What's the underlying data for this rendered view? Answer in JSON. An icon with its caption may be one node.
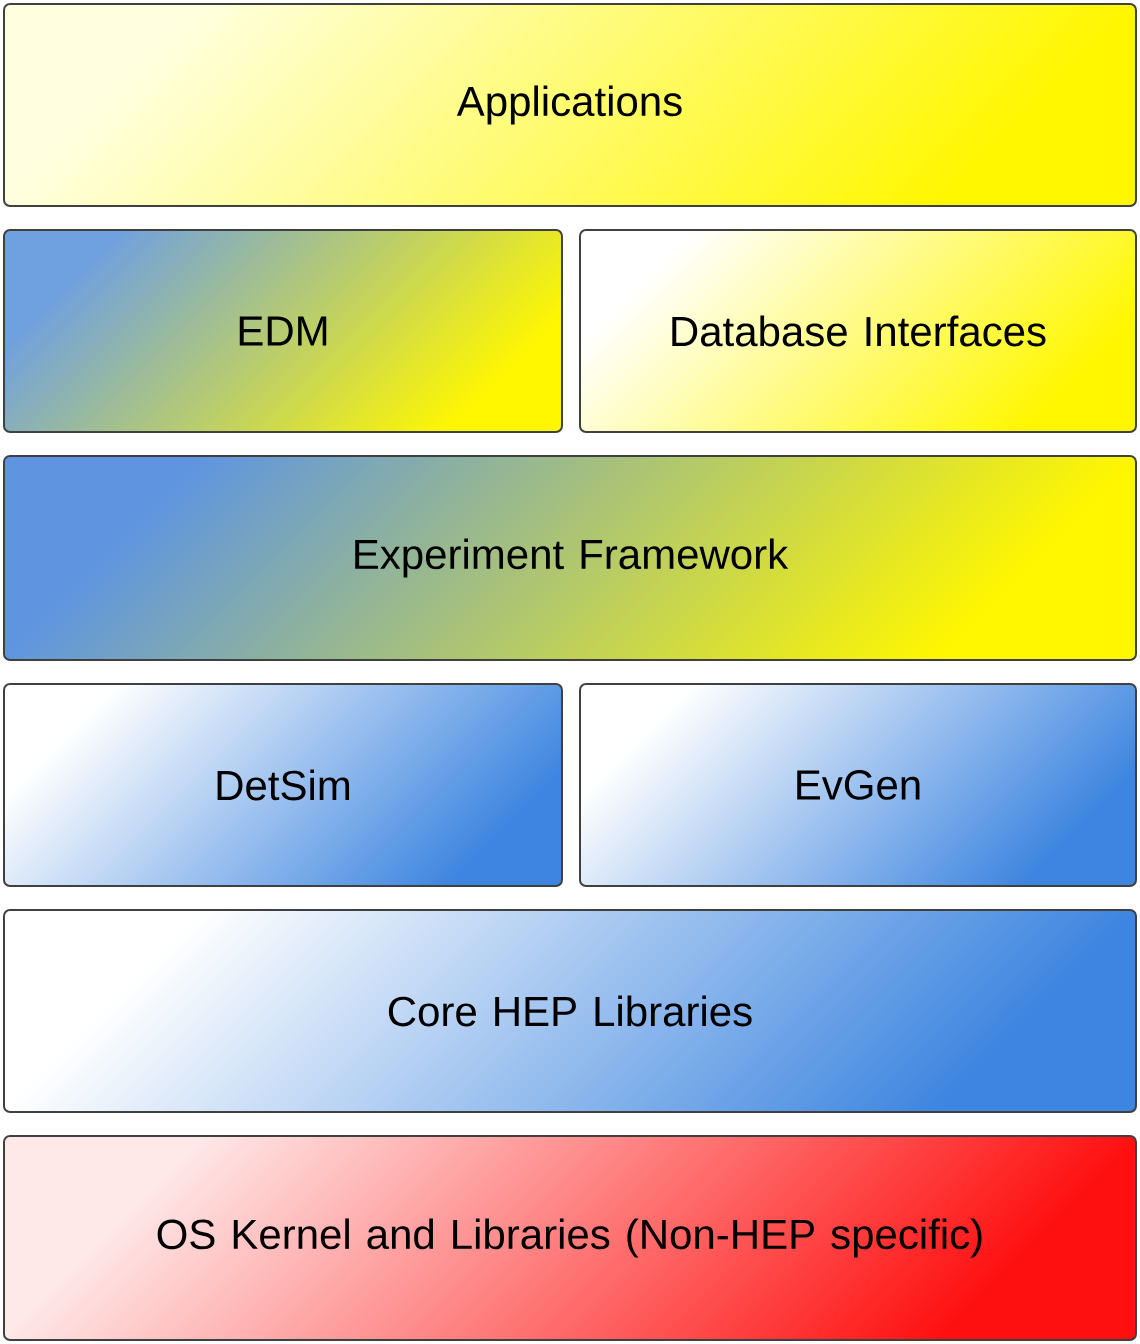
{
  "diagram": {
    "nodes": [
      {
        "text": [
          "Applications"
        ]
      },
      {
        "text": [
          "EDM"
        ]
      },
      {
        "text": [
          "Database Interfaces"
        ]
      },
      {
        "text": [
          "Experiment Framework"
        ]
      },
      {
        "text": [
          "DetSim"
        ]
      },
      {
        "text": [
          "EvGen"
        ]
      },
      {
        "text": [
          "Core HEP Libraries"
        ]
      },
      {
        "text": [
          "OS Kernel and Libraries (Non-HEP specific)"
        ]
      }
    ]
  }
}
